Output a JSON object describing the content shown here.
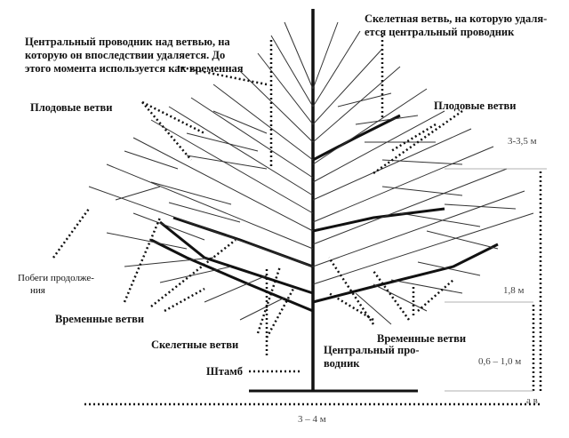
{
  "labels": {
    "central_leader_top_l1": "Центральный проводник над ветвью, на",
    "central_leader_top_l2": "которую он впоследствии удаляется. До",
    "central_leader_top_l3": "этого момента используется как временная",
    "skeletal_top_l1": "Скелетная ветвь, на которую удаля-",
    "skeletal_top_l2": "ется центральный проводник",
    "fruit_left": "Плодовые ветви",
    "fruit_right": "Плодовые ветви",
    "shoots_l1": "Побеги продолже-",
    "shoots_l2": "ния",
    "temp_left": "Временные ветви",
    "skeletal_bottom": "Скелетные ветви",
    "trunk": "Штамб",
    "central_leader_bottom_l1": "Центральный про-",
    "central_leader_bottom_l2": "водник",
    "temp_right": "Временные ветви"
  },
  "dimensions": {
    "crown_height": "3-3,5 м",
    "tier_height": "1,8 м",
    "trunk_height": "0,6 – 1,0 м",
    "width": "3 – 4 м",
    "ab": "а в"
  }
}
